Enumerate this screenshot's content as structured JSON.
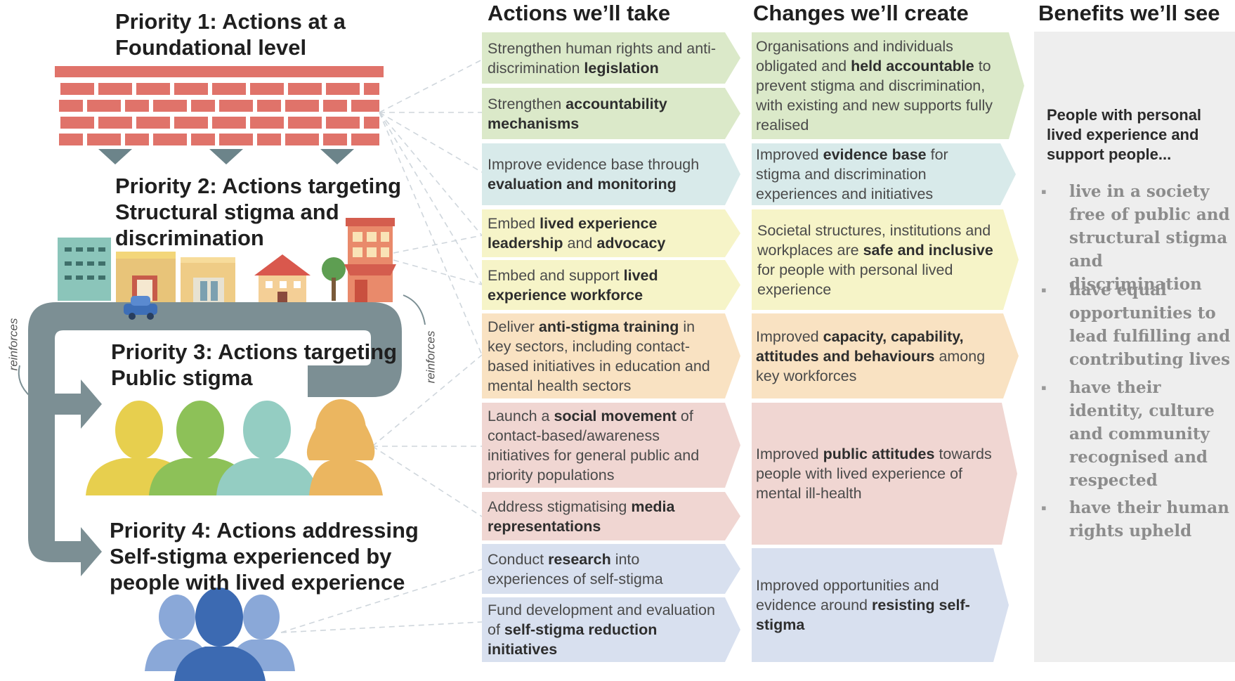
{
  "columns": {
    "actions": "Actions we’ll take",
    "changes": "Changes we’ll create",
    "benefits": "Benefits we’ll see"
  },
  "priorities": [
    {
      "line1": "Priority 1: Actions at a",
      "line2": "Foundational level"
    },
    {
      "line1": "Priority 2: Actions targeting",
      "line2": "Structural stigma and",
      "line3": "discrimination"
    },
    {
      "line1": "Priority 3: Actions targeting",
      "line2": "Public stigma"
    },
    {
      "line1": "Priority 4: Actions addressing",
      "line2": "Self-stigma experienced by",
      "line3": "people with lived experience"
    }
  ],
  "reinforces_label": "reinforces",
  "actions": [
    {
      "plain": "Strengthen human rights and anti-discrimination ",
      "bold": "legislation"
    },
    {
      "plain": "Strengthen ",
      "bold": "accountability mechanisms"
    },
    {
      "plain": "Improve evidence base through ",
      "bold": "evaluation and monitoring"
    },
    {
      "plain": "Embed ",
      "bold": "lived experience leadership",
      "plain2": " and ",
      "bold2": "advocacy"
    },
    {
      "plain": "Embed and support ",
      "bold": "lived experience workforce"
    },
    {
      "plain": "Deliver ",
      "bold": "anti-stigma training",
      "plain2": " in key sectors, including contact-based initiatives in education and mental health sectors"
    },
    {
      "plain": "Launch a ",
      "bold": "social movement",
      "plain2": " of contact-based/awareness initiatives for general public and priority populations"
    },
    {
      "plain": "Address stigmatising ",
      "bold": "media representations"
    },
    {
      "plain": "Conduct ",
      "bold": "research",
      "plain2": " into experiences of self-stigma"
    },
    {
      "plain": "Fund development and evaluation of ",
      "bold": "self-stigma reduction initiatives"
    }
  ],
  "changes": [
    {
      "plain": "Organisations and individuals obligated and ",
      "bold": "held accountable",
      "plain2": " to prevent stigma and discrimination, with existing and new supports fully realised"
    },
    {
      "plain": "Improved ",
      "bold": "evidence base",
      "plain2": " for stigma and discrimination experiences and initiatives"
    },
    {
      "plain": "Societal structures, institutions and workplaces are ",
      "bold": "safe and inclusive",
      "plain2": " for people with personal lived experience"
    },
    {
      "plain": "Improved ",
      "bold": "capacity, capability, attitudes and behaviours",
      "plain2": " among key workforces"
    },
    {
      "plain": "Improved ",
      "bold": "public attitudes",
      "plain2": " towards people with lived experience of mental ill-health"
    },
    {
      "plain": "Improved opportunities and evidence around ",
      "bold": "resisting self-stigma"
    }
  ],
  "benefits": {
    "intro": "People with personal lived experience and support people...",
    "items": [
      "live in a society free of public and structural stigma and discrimination",
      "have equal opportunities to lead fulfilling and contributing lives",
      "have their identity, culture and community recognised and respected",
      "have their human rights upheld"
    ]
  }
}
